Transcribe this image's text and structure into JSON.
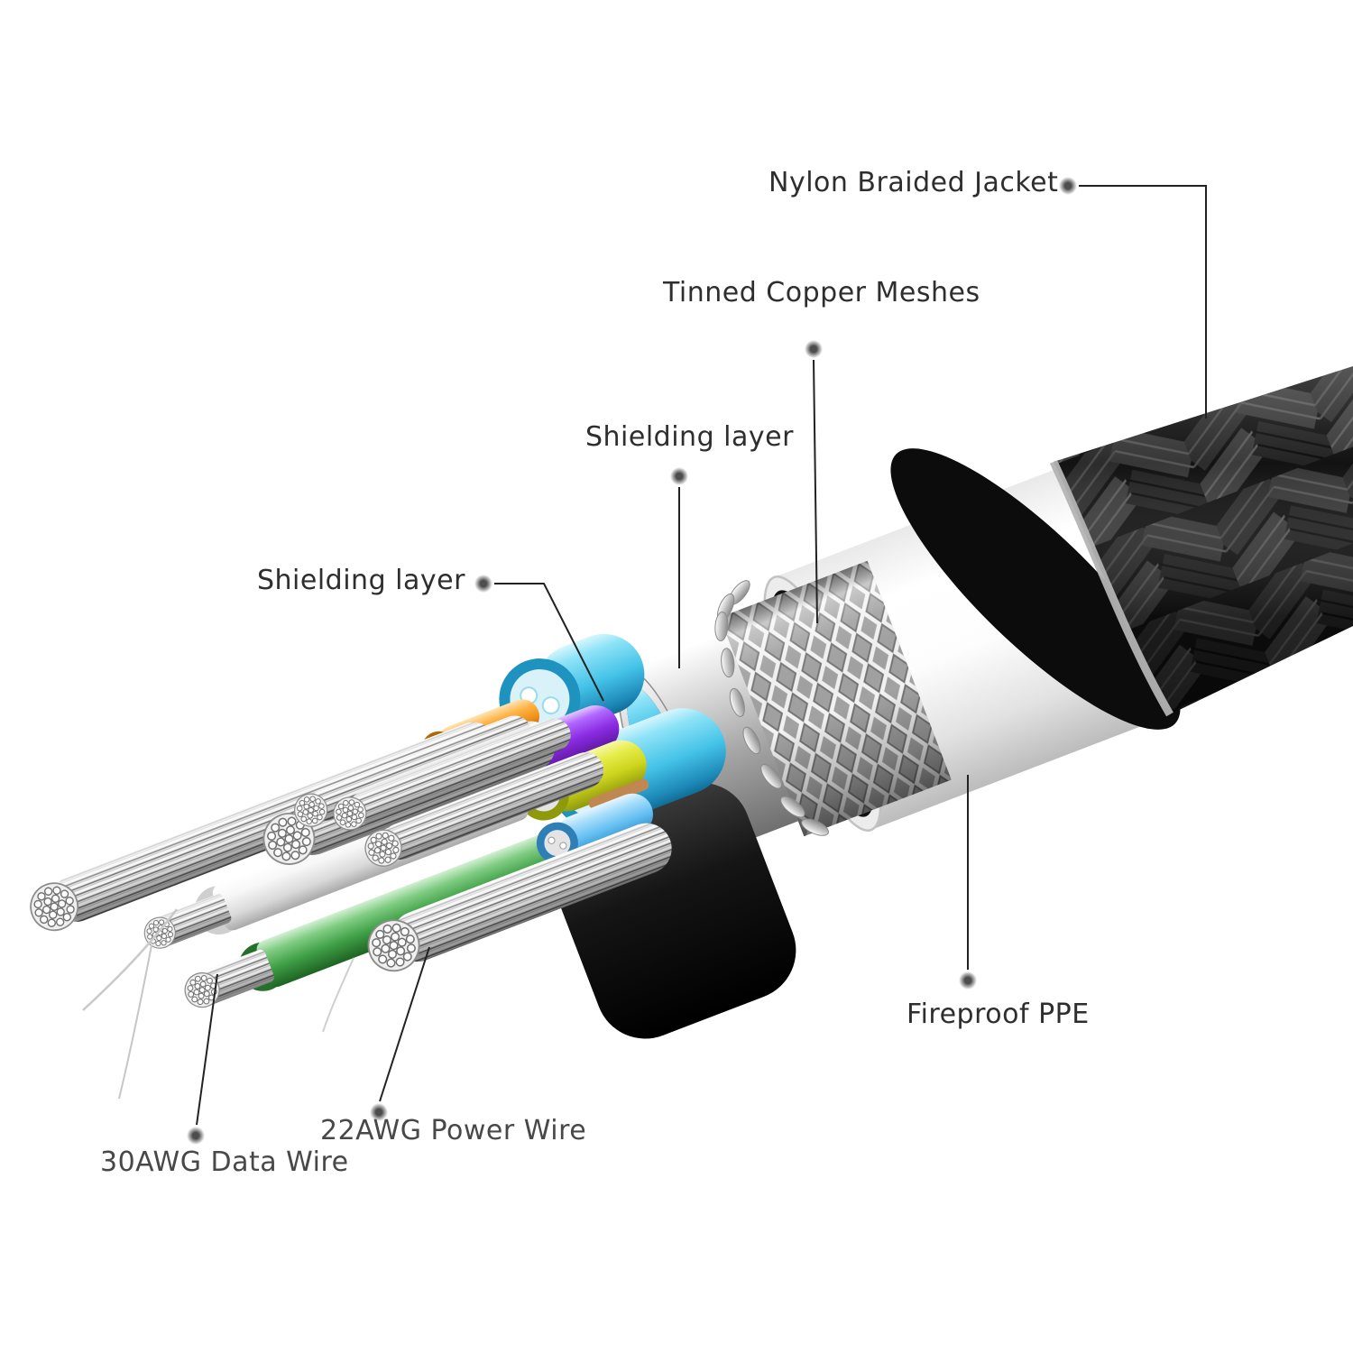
{
  "diagram": {
    "type": "usb-cable-cutaway",
    "labels": {
      "nylon_jacket": "Nylon Braided Jacket",
      "copper_mesh": "Tinned Copper Meshes",
      "shielding_outer": "Shielding layer",
      "shielding_inner": "Shielding layer",
      "fireproof_ppe": "Fireproof PPE",
      "power_wire": "22AWG Power Wire",
      "data_wire": "30AWG Data Wire"
    },
    "colors": {
      "jacket_braid": "#1e1e1e",
      "ppe_white": "#f6f6f6",
      "mesh_silver": "#c7c7c7",
      "foil_silver": "#d9d9d9",
      "tube_cyan": "#58cdf0",
      "wire_purple": "#8a2be2",
      "wire_yellow": "#d4da1f",
      "wire_orange": "#f09c2c",
      "wire_sky_blue": "#6ec6f4",
      "wire_green": "#3f9f46",
      "wire_white": "#f2f2f2",
      "strand_silver": "#e6e6e6",
      "label_text": "#2e2e2e"
    }
  }
}
